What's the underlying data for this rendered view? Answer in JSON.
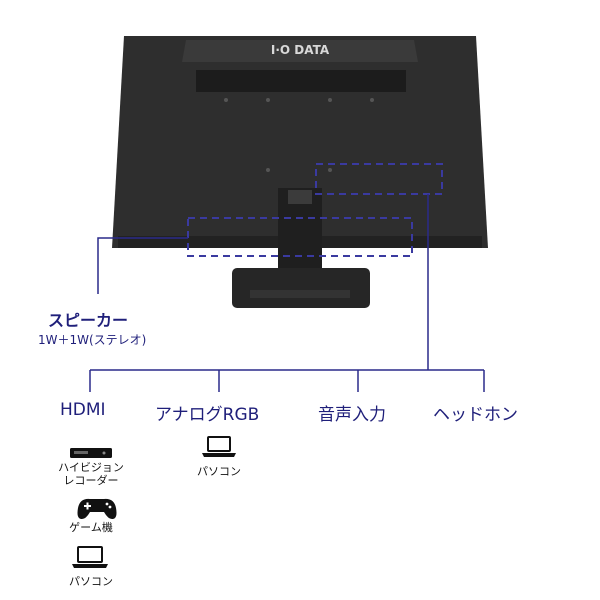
{
  "monitor": {
    "brand_logo": "I·O DATA"
  },
  "speaker": {
    "title": "スピーカー",
    "spec": "1W＋1W(ステレオ)"
  },
  "ports": [
    {
      "label": "HDMI"
    },
    {
      "label": "アナログRGB"
    },
    {
      "label": "音声入力"
    },
    {
      "label": "ヘッドホン"
    }
  ],
  "devices": {
    "hdmi": [
      {
        "icon": "blu-ray-recorder-icon",
        "label": "ハイビジョン\nレコーダー"
      },
      {
        "icon": "game-controller-icon",
        "label": "ゲーム機"
      },
      {
        "icon": "laptop-icon",
        "label": "パソコン"
      }
    ],
    "rgb": [
      {
        "icon": "laptop-icon",
        "label": "パソコン"
      }
    ]
  },
  "colors": {
    "accent": "#2a2a8a",
    "dashed_box": "#3a3aa0",
    "monitor_body": "#2b2b2b"
  }
}
